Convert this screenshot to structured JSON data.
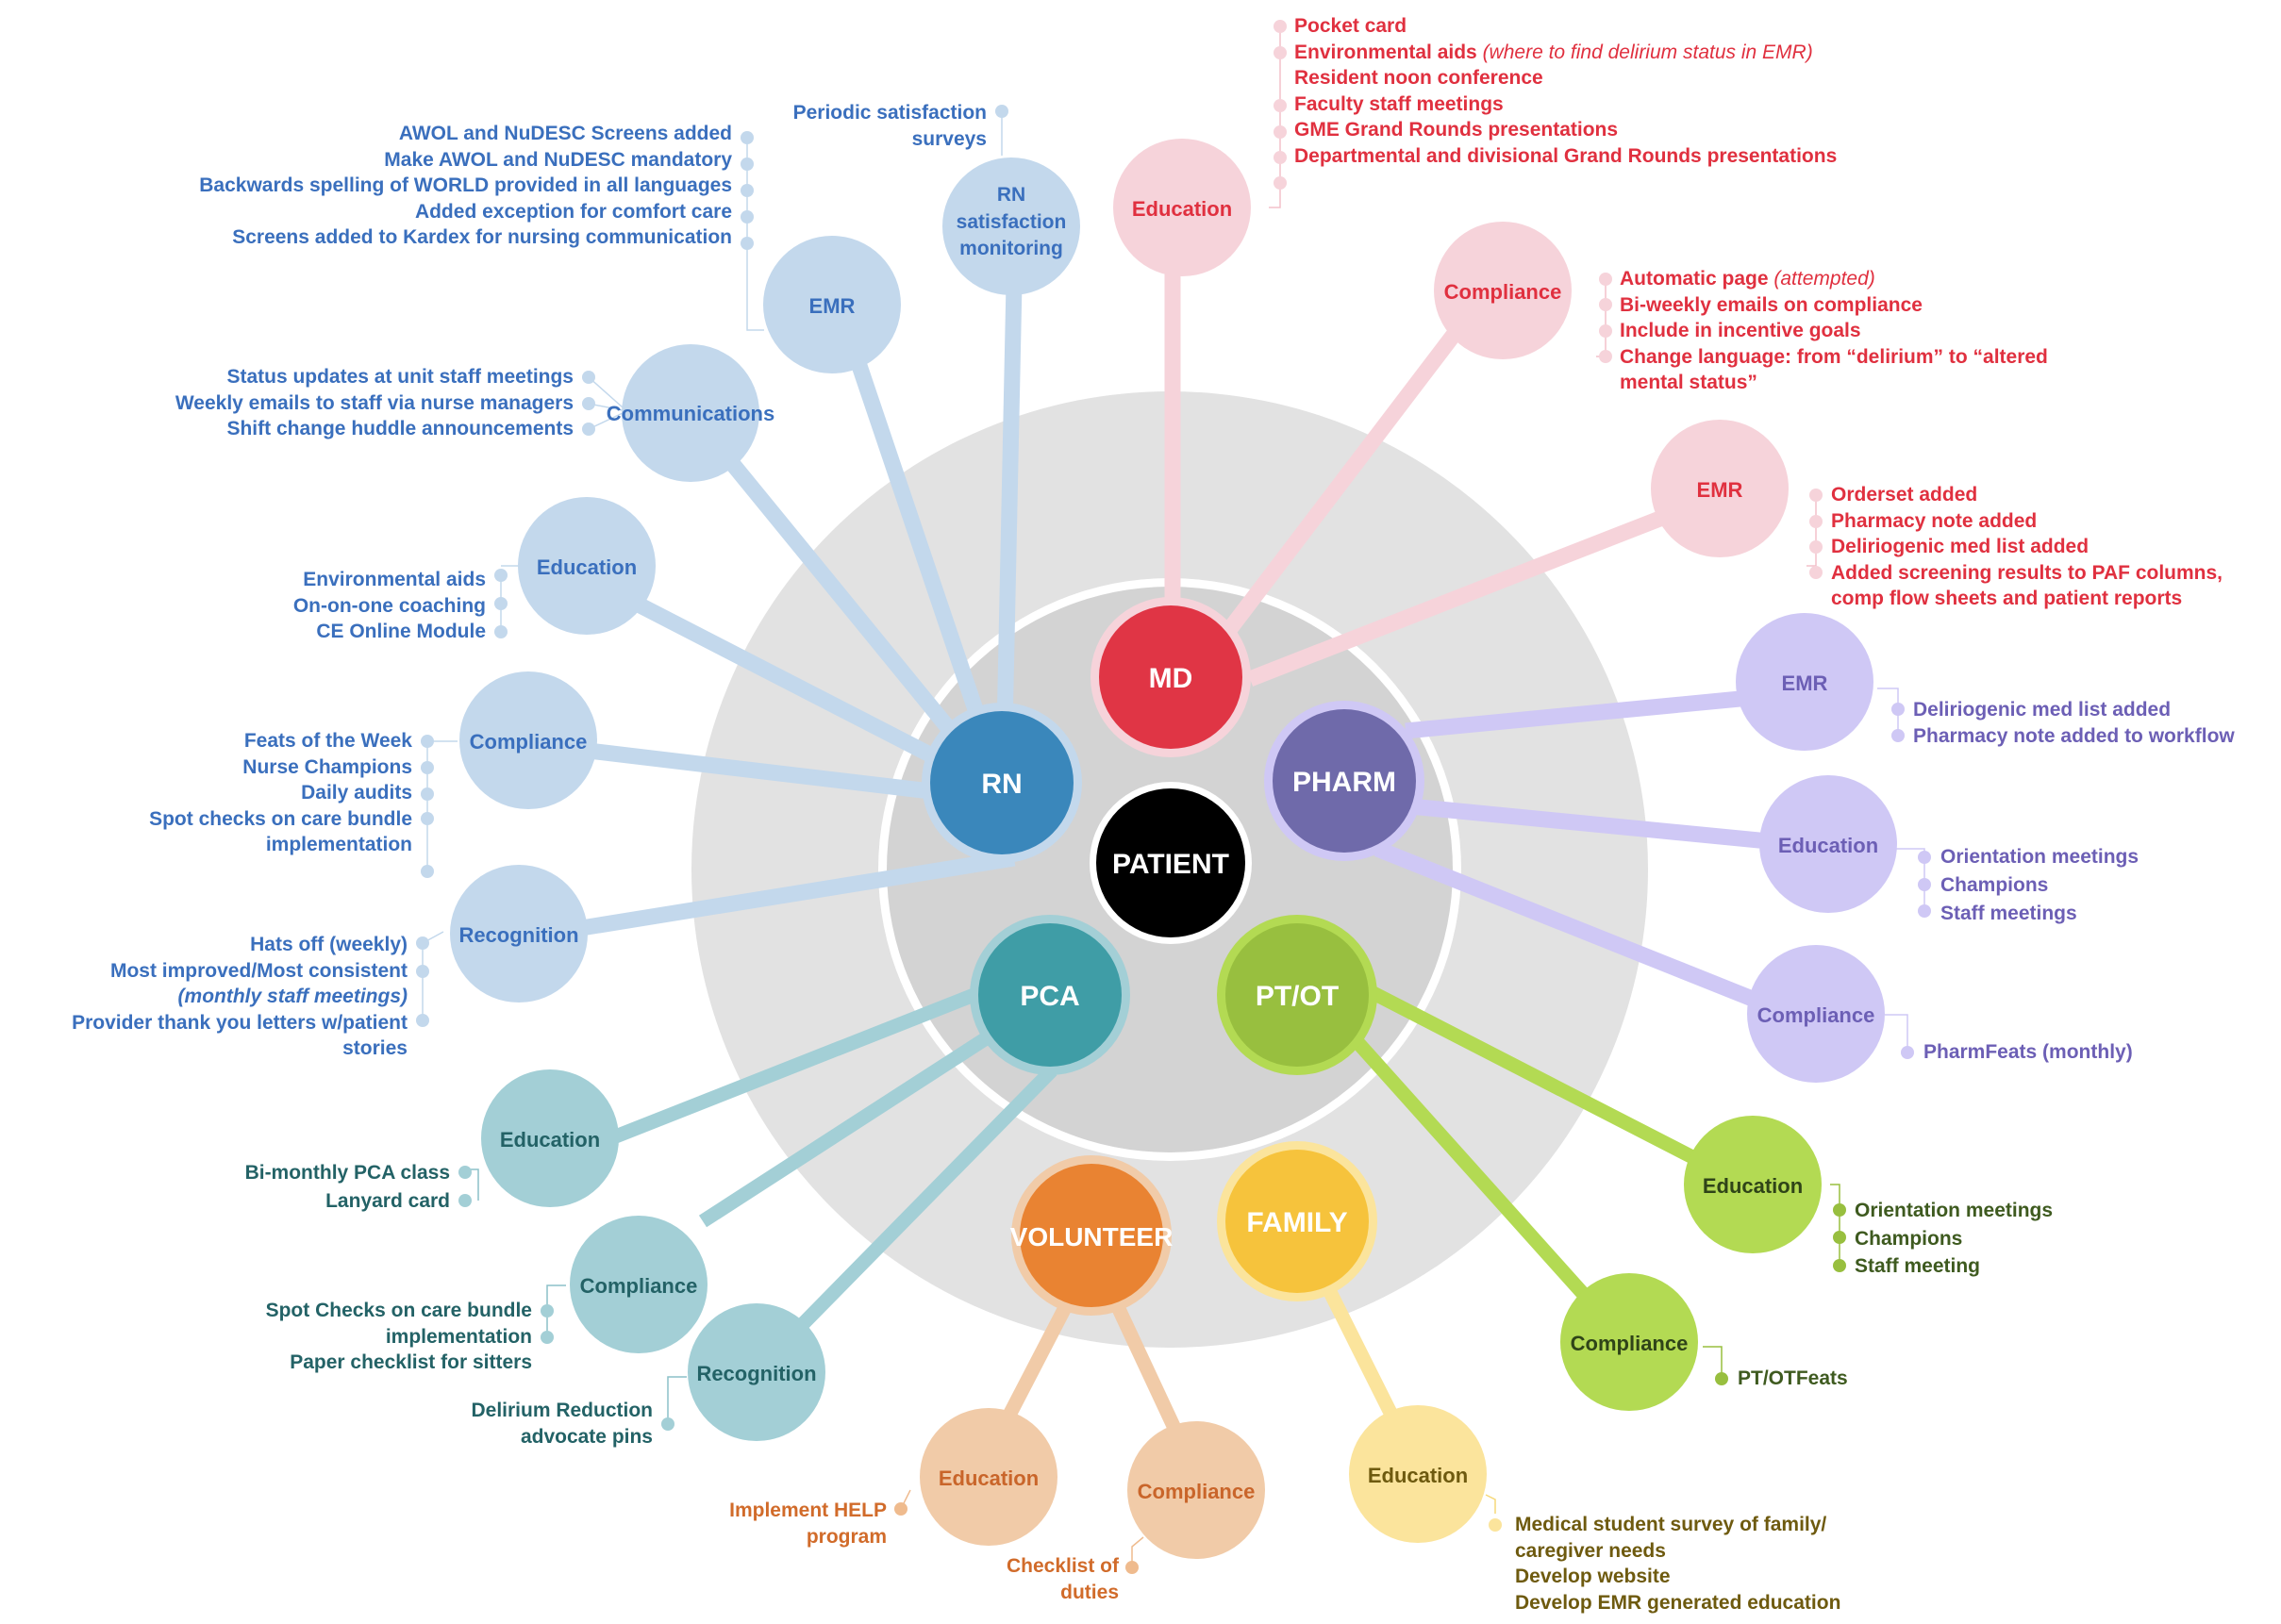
{
  "center": {
    "label": "PATIENT",
    "color": "#000000"
  },
  "colors": {
    "outer_ring": "#e2e2e2",
    "inner_ring": "#d3d3d3",
    "md": "#e03545",
    "md_light": "#f6d3da",
    "rn": "#3a87bb",
    "rn_light": "#c3d8ec",
    "pharm": "#6f6aaa",
    "pharm_light": "#cfc8f5",
    "ptot": "#98bf3f",
    "ptot_light": "#b3da53",
    "pca": "#3f9da6",
    "pca_light": "#a3cfd6",
    "volunteer": "#e98332",
    "volunteer_light": "#f1cba8",
    "family": "#f6c33c",
    "family_light": "#fbe49c"
  },
  "hubs": {
    "md": {
      "label": "MD"
    },
    "rn": {
      "label": "RN"
    },
    "pharm": {
      "label": "PHARM"
    },
    "ptot": {
      "label": "PT/OT"
    },
    "pca": {
      "label": "PCA"
    },
    "volunteer": {
      "label": "VOLUNTEER"
    },
    "family": {
      "label": "FAMILY"
    }
  },
  "md": {
    "education": {
      "label": "Education",
      "items": [
        "Pocket card",
        "Environmental aids",
        "(where to find delirium status in EMR)",
        "Resident noon conference",
        "Faculty staff meetings",
        "GME Grand Rounds presentations",
        "Departmental and divisional Grand Rounds presentations"
      ]
    },
    "compliance": {
      "label": "Compliance",
      "items": [
        "Automatic page",
        "(attempted)",
        "Bi-weekly emails on compliance",
        "Include in incentive goals",
        "Change language: from “delirium” to “altered mental status”"
      ]
    },
    "emr": {
      "label": "EMR",
      "items": [
        "Orderset added",
        "Pharmacy note added",
        "Deliriogenic med list added",
        "Added screening results to PAF columns, comp flow sheets and patient reports"
      ]
    }
  },
  "rn": {
    "satisfaction": {
      "label": "RN satisfaction monitoring",
      "items": [
        "Periodic satisfaction surveys"
      ]
    },
    "emr": {
      "label": "EMR",
      "items": [
        "AWOL and NuDESC Screens added",
        "Make AWOL and NuDESC mandatory",
        "Backwards spelling of WORLD provided in all languages",
        "Added exception for comfort care",
        "Screens added to Kardex for nursing communication"
      ]
    },
    "communications": {
      "label": "Communications",
      "items": [
        "Status updates at unit staff meetings",
        "Weekly emails to staff via nurse managers",
        "Shift change huddle announcements"
      ]
    },
    "education": {
      "label": "Education",
      "items": [
        "Environmental aids",
        "On-on-one coaching",
        "CE Online Module"
      ]
    },
    "compliance": {
      "label": "Compliance",
      "items": [
        "Feats of the Week",
        "Nurse Champions",
        "Daily audits",
        "Spot checks on care bundle implementation"
      ]
    },
    "recognition": {
      "label": "Recognition",
      "items": [
        "Hats off (weekly)",
        "Most improved/Most consistent",
        "(monthly staff meetings)",
        "Provider thank you letters w/patient stories"
      ]
    }
  },
  "pharm": {
    "emr": {
      "label": "EMR",
      "items": [
        "Deliriogenic med list added",
        "Pharmacy note added to workflow"
      ]
    },
    "education": {
      "label": "Education",
      "items": [
        "Orientation meetings",
        "Champions",
        "Staff meetings"
      ]
    },
    "compliance": {
      "label": "Compliance",
      "items": [
        "PharmFeats (monthly)"
      ]
    }
  },
  "ptot": {
    "education": {
      "label": "Education",
      "items": [
        "Orientation meetings",
        "Champions",
        "Staff meeting"
      ]
    },
    "compliance": {
      "label": "Compliance",
      "items": [
        "PT/OTFeats"
      ]
    }
  },
  "pca": {
    "education": {
      "label": "Education",
      "items": [
        "Bi-monthly PCA class",
        "Lanyard card"
      ]
    },
    "compliance": {
      "label": "Compliance",
      "items": [
        "Spot Checks on care bundle implementation",
        "Paper checklist for sitters"
      ]
    },
    "recognition": {
      "label": "Recognition",
      "items": [
        "Delirium Reduction advocate pins"
      ]
    }
  },
  "volunteer": {
    "education": {
      "label": "Education",
      "items": [
        "Implement HELP program"
      ]
    },
    "compliance": {
      "label": "Compliance",
      "items": [
        "Checklist of duties"
      ]
    }
  },
  "family": {
    "education": {
      "label": "Education",
      "items": [
        "Medical student survey of family/ caregiver needs",
        "Develop website",
        "Develop EMR generated education"
      ]
    }
  }
}
